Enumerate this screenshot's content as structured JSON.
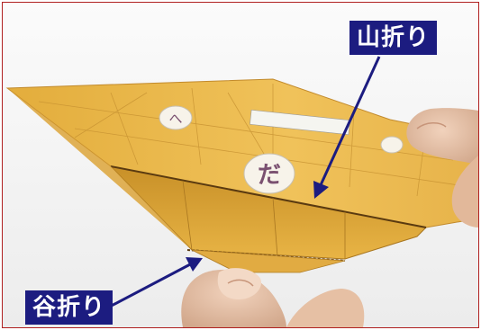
{
  "labels": {
    "mountain_fold": "山折り",
    "valley_fold": "谷折り"
  },
  "markers": {
    "top_circle": "へ",
    "main_circle": "だ"
  },
  "colors": {
    "frame": "#b02020",
    "paper": "#e9b74a",
    "label_bg": "#1c1c80",
    "label_text": "#ffffff",
    "arrow": "#1c1c80"
  }
}
